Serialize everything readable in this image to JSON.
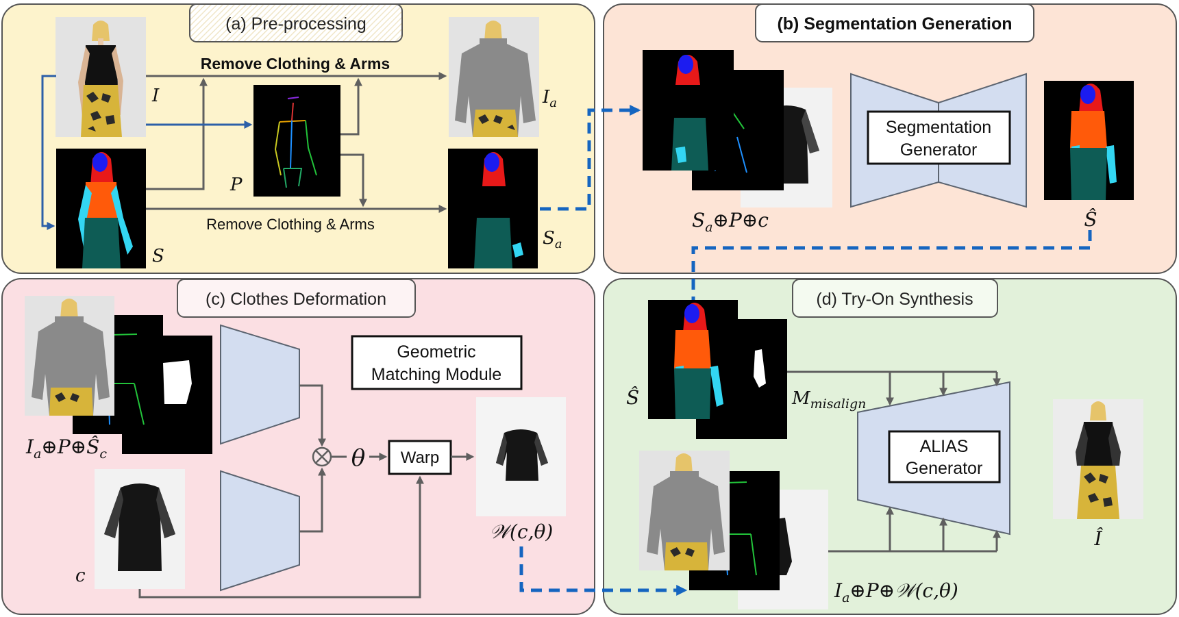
{
  "panels": {
    "a": {
      "title": "(a) Pre-processing",
      "bg": "#fdf3cc"
    },
    "b": {
      "title": "(b) Segmentation Generation",
      "bg": "#fde4d6"
    },
    "c": {
      "title": "(c) Clothes Deformation",
      "bg": "#fbdfe3"
    },
    "d": {
      "title": "(d) Try-On Synthesis",
      "bg": "#e2f1da"
    }
  },
  "labels": {
    "remove_top": "Remove Clothing & Arms",
    "remove_bottom": "Remove Clothing & Arms",
    "I": "I",
    "Ia": "I",
    "Ia_sub": "a",
    "P": "P",
    "S": "S",
    "Sa": "S",
    "Sa_sub": "a",
    "concat_b": "S",
    "concat_b_sub": "a",
    "concat_b_rest": "⊕P⊕c",
    "S_hat_b": "Ŝ",
    "S_hat_d": "Ŝ",
    "concat_c": "I",
    "concat_c_sub": "a",
    "concat_c_rest": "⊕P⊕Ŝ",
    "concat_c_sub2": "c",
    "c": "c",
    "theta": "θ",
    "warp_output": "𝒲(c,θ)",
    "M": "M",
    "M_sub": "misalign",
    "concat_d": "I",
    "concat_d_sub": "a",
    "concat_d_rest": "⊕P⊕𝒲(c,θ)",
    "I_hat": "Î",
    "otimes": "⊗"
  },
  "modules": {
    "seg_gen": [
      "Segmentation",
      "Generator"
    ],
    "gmm": [
      "Geometric",
      "Matching Module"
    ],
    "warp": "Warp",
    "alias": [
      "ALIAS",
      "Generator"
    ]
  },
  "colors": {
    "arrow_gray": "#5f5f5f",
    "arrow_blue": "#2c5fa8",
    "dash_blue": "#1565c0",
    "module_fill": "#d3ddf0",
    "seg_red": "#e81919",
    "seg_blue": "#1c1cf0",
    "seg_orange": "#ff5a0a",
    "seg_cyan": "#33d6f2",
    "seg_teal": "#0e5c55"
  }
}
